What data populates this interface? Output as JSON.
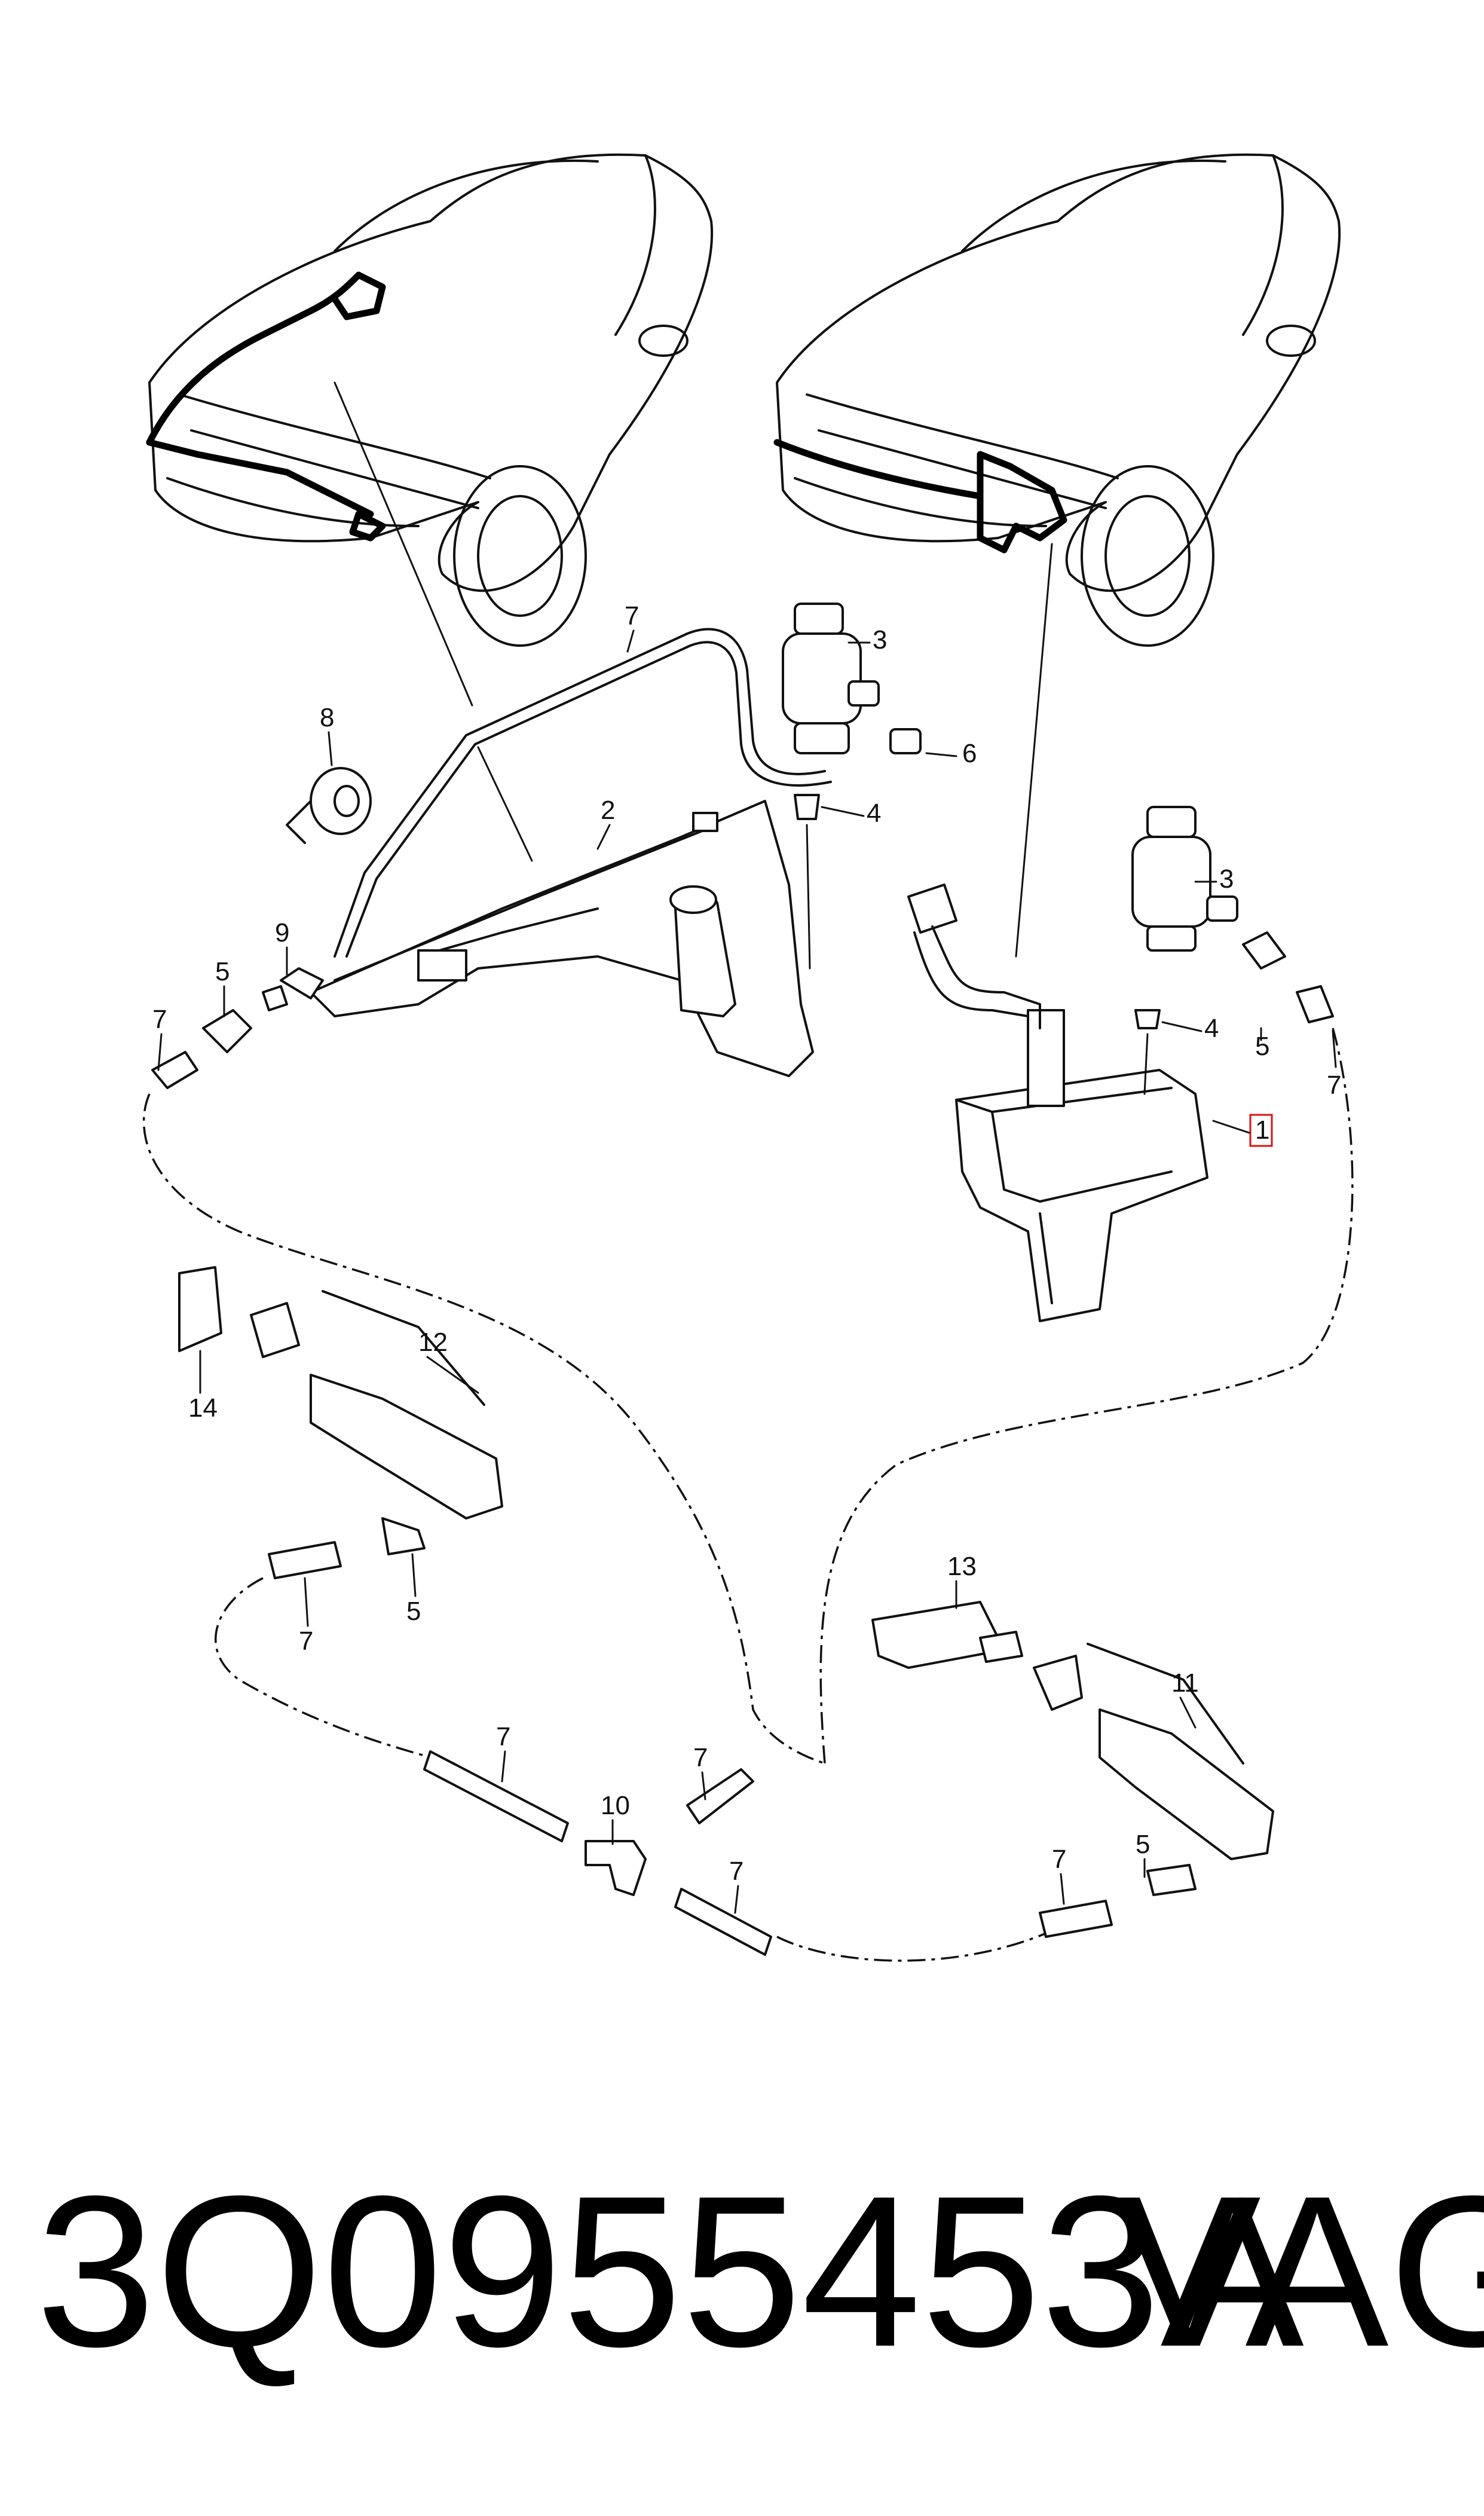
{
  "callouts": [
    "1",
    "2",
    "3",
    "3",
    "4",
    "4",
    "5",
    "5",
    "5",
    "5",
    "6",
    "7",
    "7",
    "7",
    "7",
    "7",
    "7",
    "7",
    "7",
    "8",
    "9",
    "10",
    "11",
    "12",
    "13",
    "14"
  ],
  "footer": {
    "part_number": "3Q0955453A",
    "brand": "VAG"
  },
  "colors": {
    "line": "#111111",
    "highlight": "#dd1111"
  }
}
